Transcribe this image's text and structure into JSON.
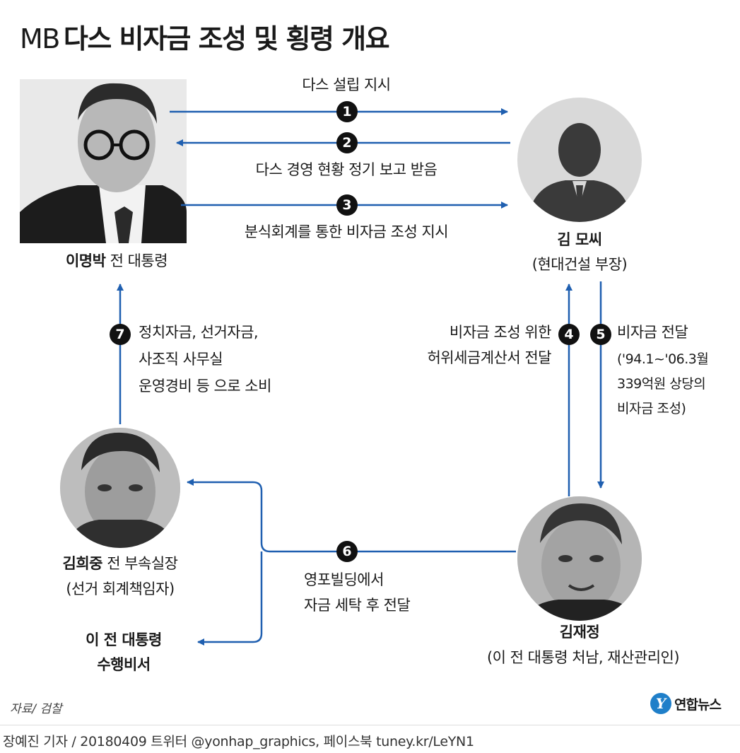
{
  "title": {
    "prefix": "MB",
    "main": "다스 비자금 조성 및 횡령 개요"
  },
  "colors": {
    "arrow": "#1f5fb0",
    "badge": "#111111",
    "logo": "#1f7fc9"
  },
  "people": {
    "mb": {
      "name": "이명박",
      "role": "전 대통령",
      "photo_icon": "portrait-photo"
    },
    "kim_mossi": {
      "name": "김 모씨",
      "role": "(현대건설 부장)",
      "photo_icon": "silhouette-icon"
    },
    "kim_heejung": {
      "name": "김희중",
      "role": "전 부속실장",
      "note": "(선거 회계책임자)",
      "photo_icon": "portrait-photo"
    },
    "kim_jaejung": {
      "name": "김재정",
      "role": "(이 전 대통령 처남, 재산관리인)",
      "photo_icon": "portrait-photo"
    },
    "secretary": {
      "line1": "이 전 대통령",
      "line2": "수행비서"
    }
  },
  "steps": [
    {
      "num": "1",
      "lines": [
        "다스 설립 지시"
      ]
    },
    {
      "num": "2",
      "lines": [
        "다스 경영 현황 정기 보고 받음"
      ]
    },
    {
      "num": "3",
      "lines": [
        "분식회계를 통한 비자금 조성 지시"
      ]
    },
    {
      "num": "4",
      "lines": [
        "비자금 조성 위한",
        "허위세금계산서 전달"
      ]
    },
    {
      "num": "5",
      "lines": [
        "비자금 전달",
        "('94.1~'06.3월",
        "339억원 상당의",
        "비자금 조성)"
      ]
    },
    {
      "num": "6",
      "lines": [
        "영포빌딩에서",
        "자금 세탁 후 전달"
      ]
    },
    {
      "num": "7",
      "lines": [
        "정치자금, 선거자금,",
        "사조직 사무실",
        "운영경비 등 으로 소비"
      ]
    }
  ],
  "source": "자료/ 검찰",
  "logo": {
    "mark": "Y",
    "name": "연합뉴스"
  },
  "footer": "장예진 기자 / 20180409 트위터 @yonhap_graphics, 페이스북 tuney.kr/LeYN1"
}
